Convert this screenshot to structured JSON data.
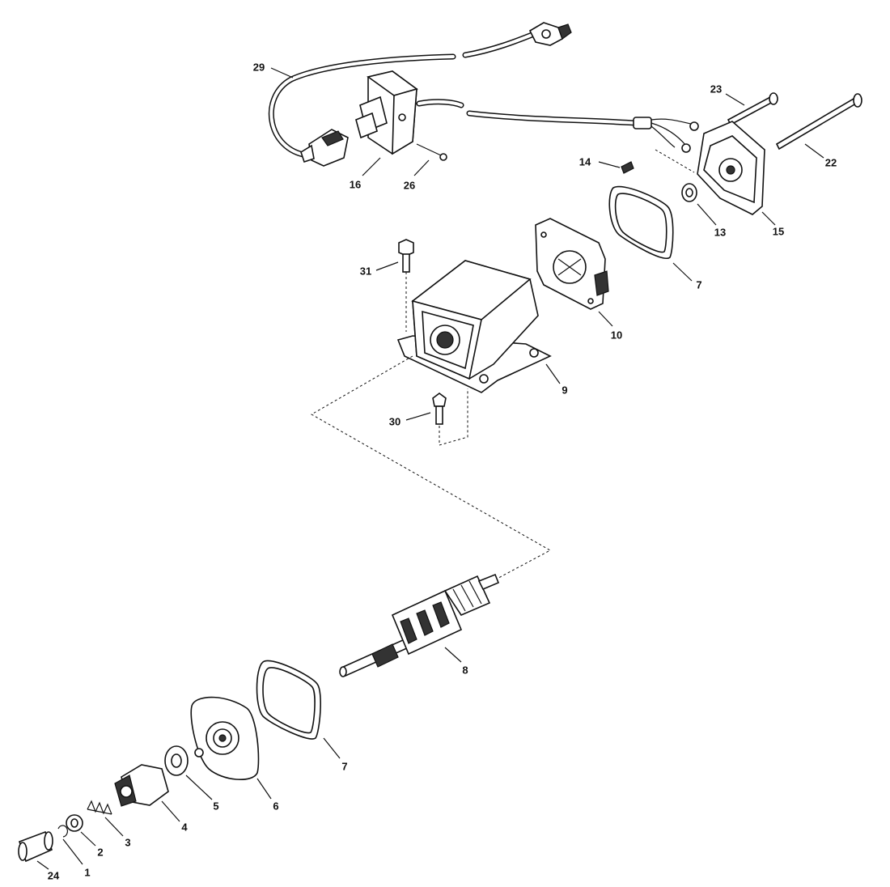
{
  "diagram": {
    "labels": [
      {
        "id": "29",
        "text": "29"
      },
      {
        "id": "16",
        "text": "16"
      },
      {
        "id": "26",
        "text": "26"
      },
      {
        "id": "23",
        "text": "23"
      },
      {
        "id": "22",
        "text": "22"
      },
      {
        "id": "14",
        "text": "14"
      },
      {
        "id": "13",
        "text": "13"
      },
      {
        "id": "15",
        "text": "15"
      },
      {
        "id": "31",
        "text": "31"
      },
      {
        "id": "7a",
        "text": "7"
      },
      {
        "id": "10",
        "text": "10"
      },
      {
        "id": "9",
        "text": "9"
      },
      {
        "id": "30",
        "text": "30"
      },
      {
        "id": "8",
        "text": "8"
      },
      {
        "id": "7b",
        "text": "7"
      },
      {
        "id": "6",
        "text": "6"
      },
      {
        "id": "5",
        "text": "5"
      },
      {
        "id": "4",
        "text": "4"
      },
      {
        "id": "3",
        "text": "3"
      },
      {
        "id": "2",
        "text": "2"
      },
      {
        "id": "1",
        "text": "1"
      },
      {
        "id": "24",
        "text": "24"
      }
    ]
  }
}
